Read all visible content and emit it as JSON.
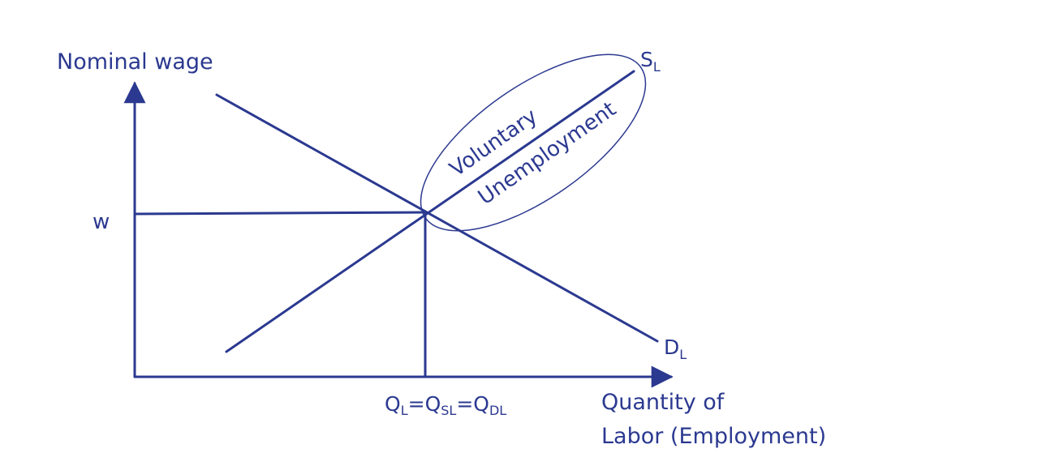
{
  "colors": {
    "ink": "#2B3990",
    "background": "#FFFFFF"
  },
  "labels": {
    "y_axis": "Nominal wage",
    "x_axis_line1": "Quantity of",
    "x_axis_line2": "Labor (Employment)",
    "wage": "w",
    "eq_q": "Q",
    "eq_q_sub": "L",
    "eq_qs": "Q",
    "eq_qs_sub": "SL",
    "eq_qd": "Q",
    "eq_qd_sub": "DL",
    "eq_sign": "=",
    "supply": "S",
    "supply_sub": "L",
    "demand": "D",
    "demand_sub": "L",
    "annotation_line1": "Voluntary",
    "annotation_line2": "Unemployment"
  }
}
